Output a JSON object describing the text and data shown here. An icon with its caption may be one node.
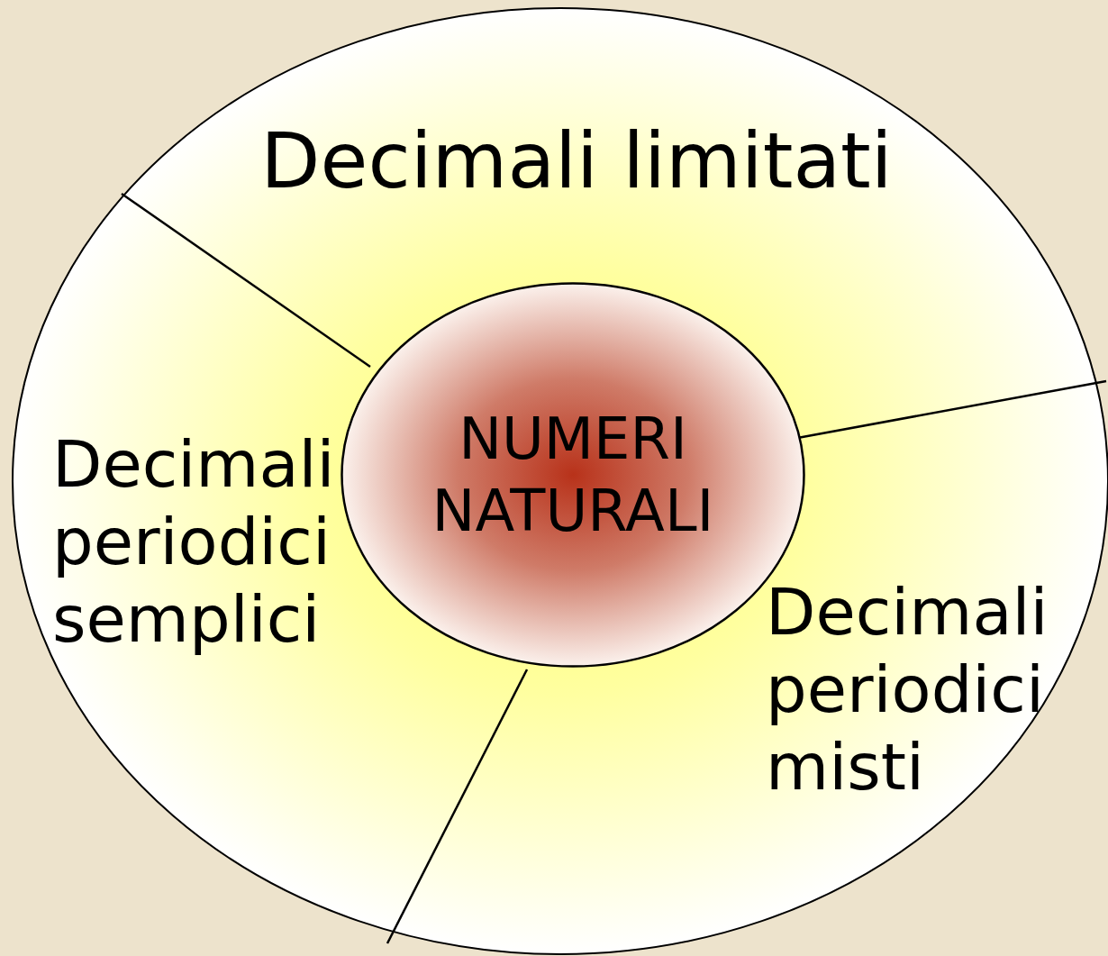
{
  "diagram": {
    "nodes": [
      {
        "text": [
          "Decimali limitati"
        ]
      },
      {
        "text": [
          "Decimali periodici semplici"
        ]
      },
      {
        "text": [
          "Decimali periodici misti"
        ]
      },
      {
        "text": [
          "NUMERI NATURALI"
        ]
      }
    ]
  }
}
